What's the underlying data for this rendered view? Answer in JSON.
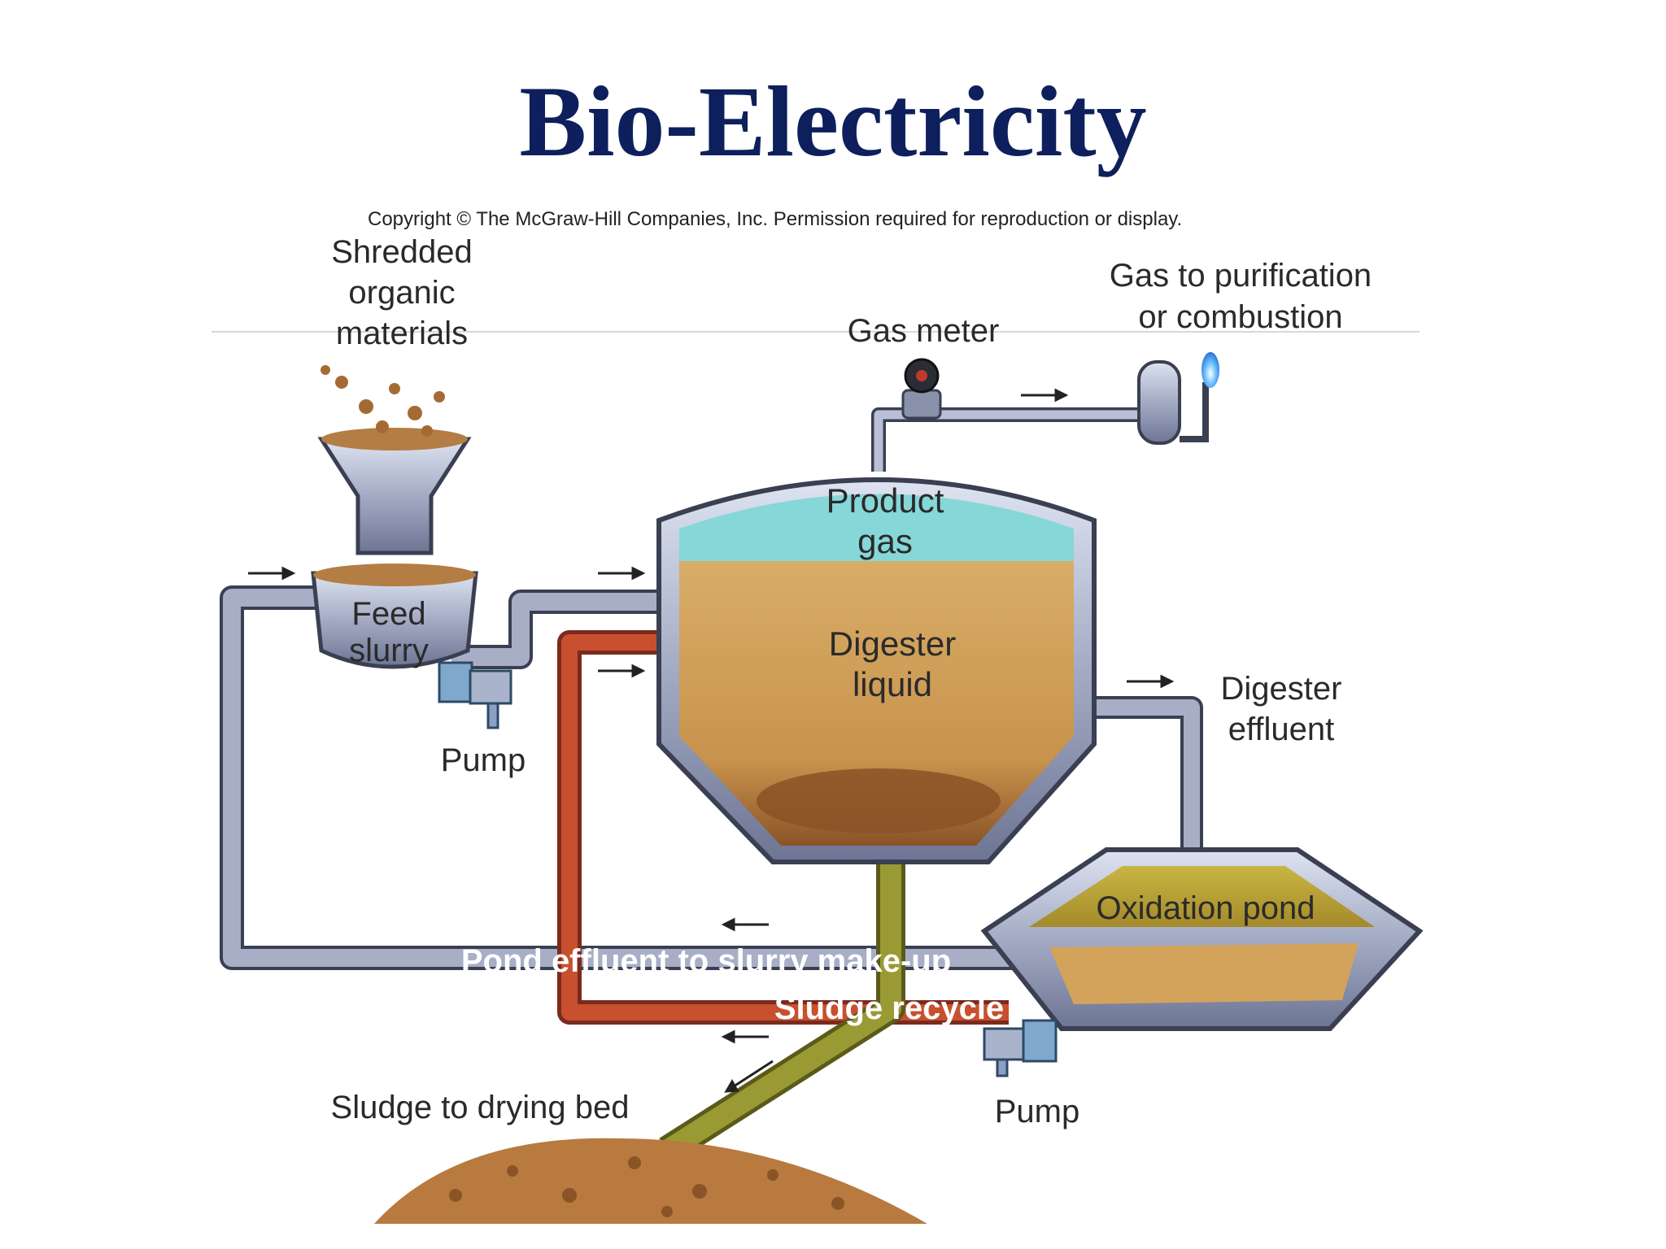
{
  "title": "Bio-Electricity",
  "copyright": "Copyright © The McGraw-Hill Companies, Inc. Permission required for reproduction or display.",
  "labels": {
    "shredded": [
      "Shredded",
      "organic",
      "materials"
    ],
    "gas_meter": "Gas meter",
    "gas_to": [
      "Gas to purification",
      "or combustion"
    ],
    "product_gas": [
      "Product",
      "gas"
    ],
    "digester_liquid": [
      "Digester",
      "liquid"
    ],
    "feed_slurry": [
      "Feed",
      "slurry"
    ],
    "pump_left": "Pump",
    "digester_effluent": [
      "Digester",
      "effluent"
    ],
    "oxidation_pond": "Oxidation pond",
    "pond_effluent": "Pond effluent to slurry make-up",
    "sludge_recycle": "Sludge recycle",
    "sludge_to_drying": "Sludge to drying bed",
    "pump_bottom": "Pump"
  },
  "colors": {
    "title": "#0d1f5c",
    "pipe_gray": "#9aa0b8",
    "pipe_red": "#b8402e",
    "gas": "#7fd3d6",
    "liquid": "#d2a15a",
    "sludge": "#8a5a2b",
    "sludge_pipe": "#8a8a2e"
  }
}
